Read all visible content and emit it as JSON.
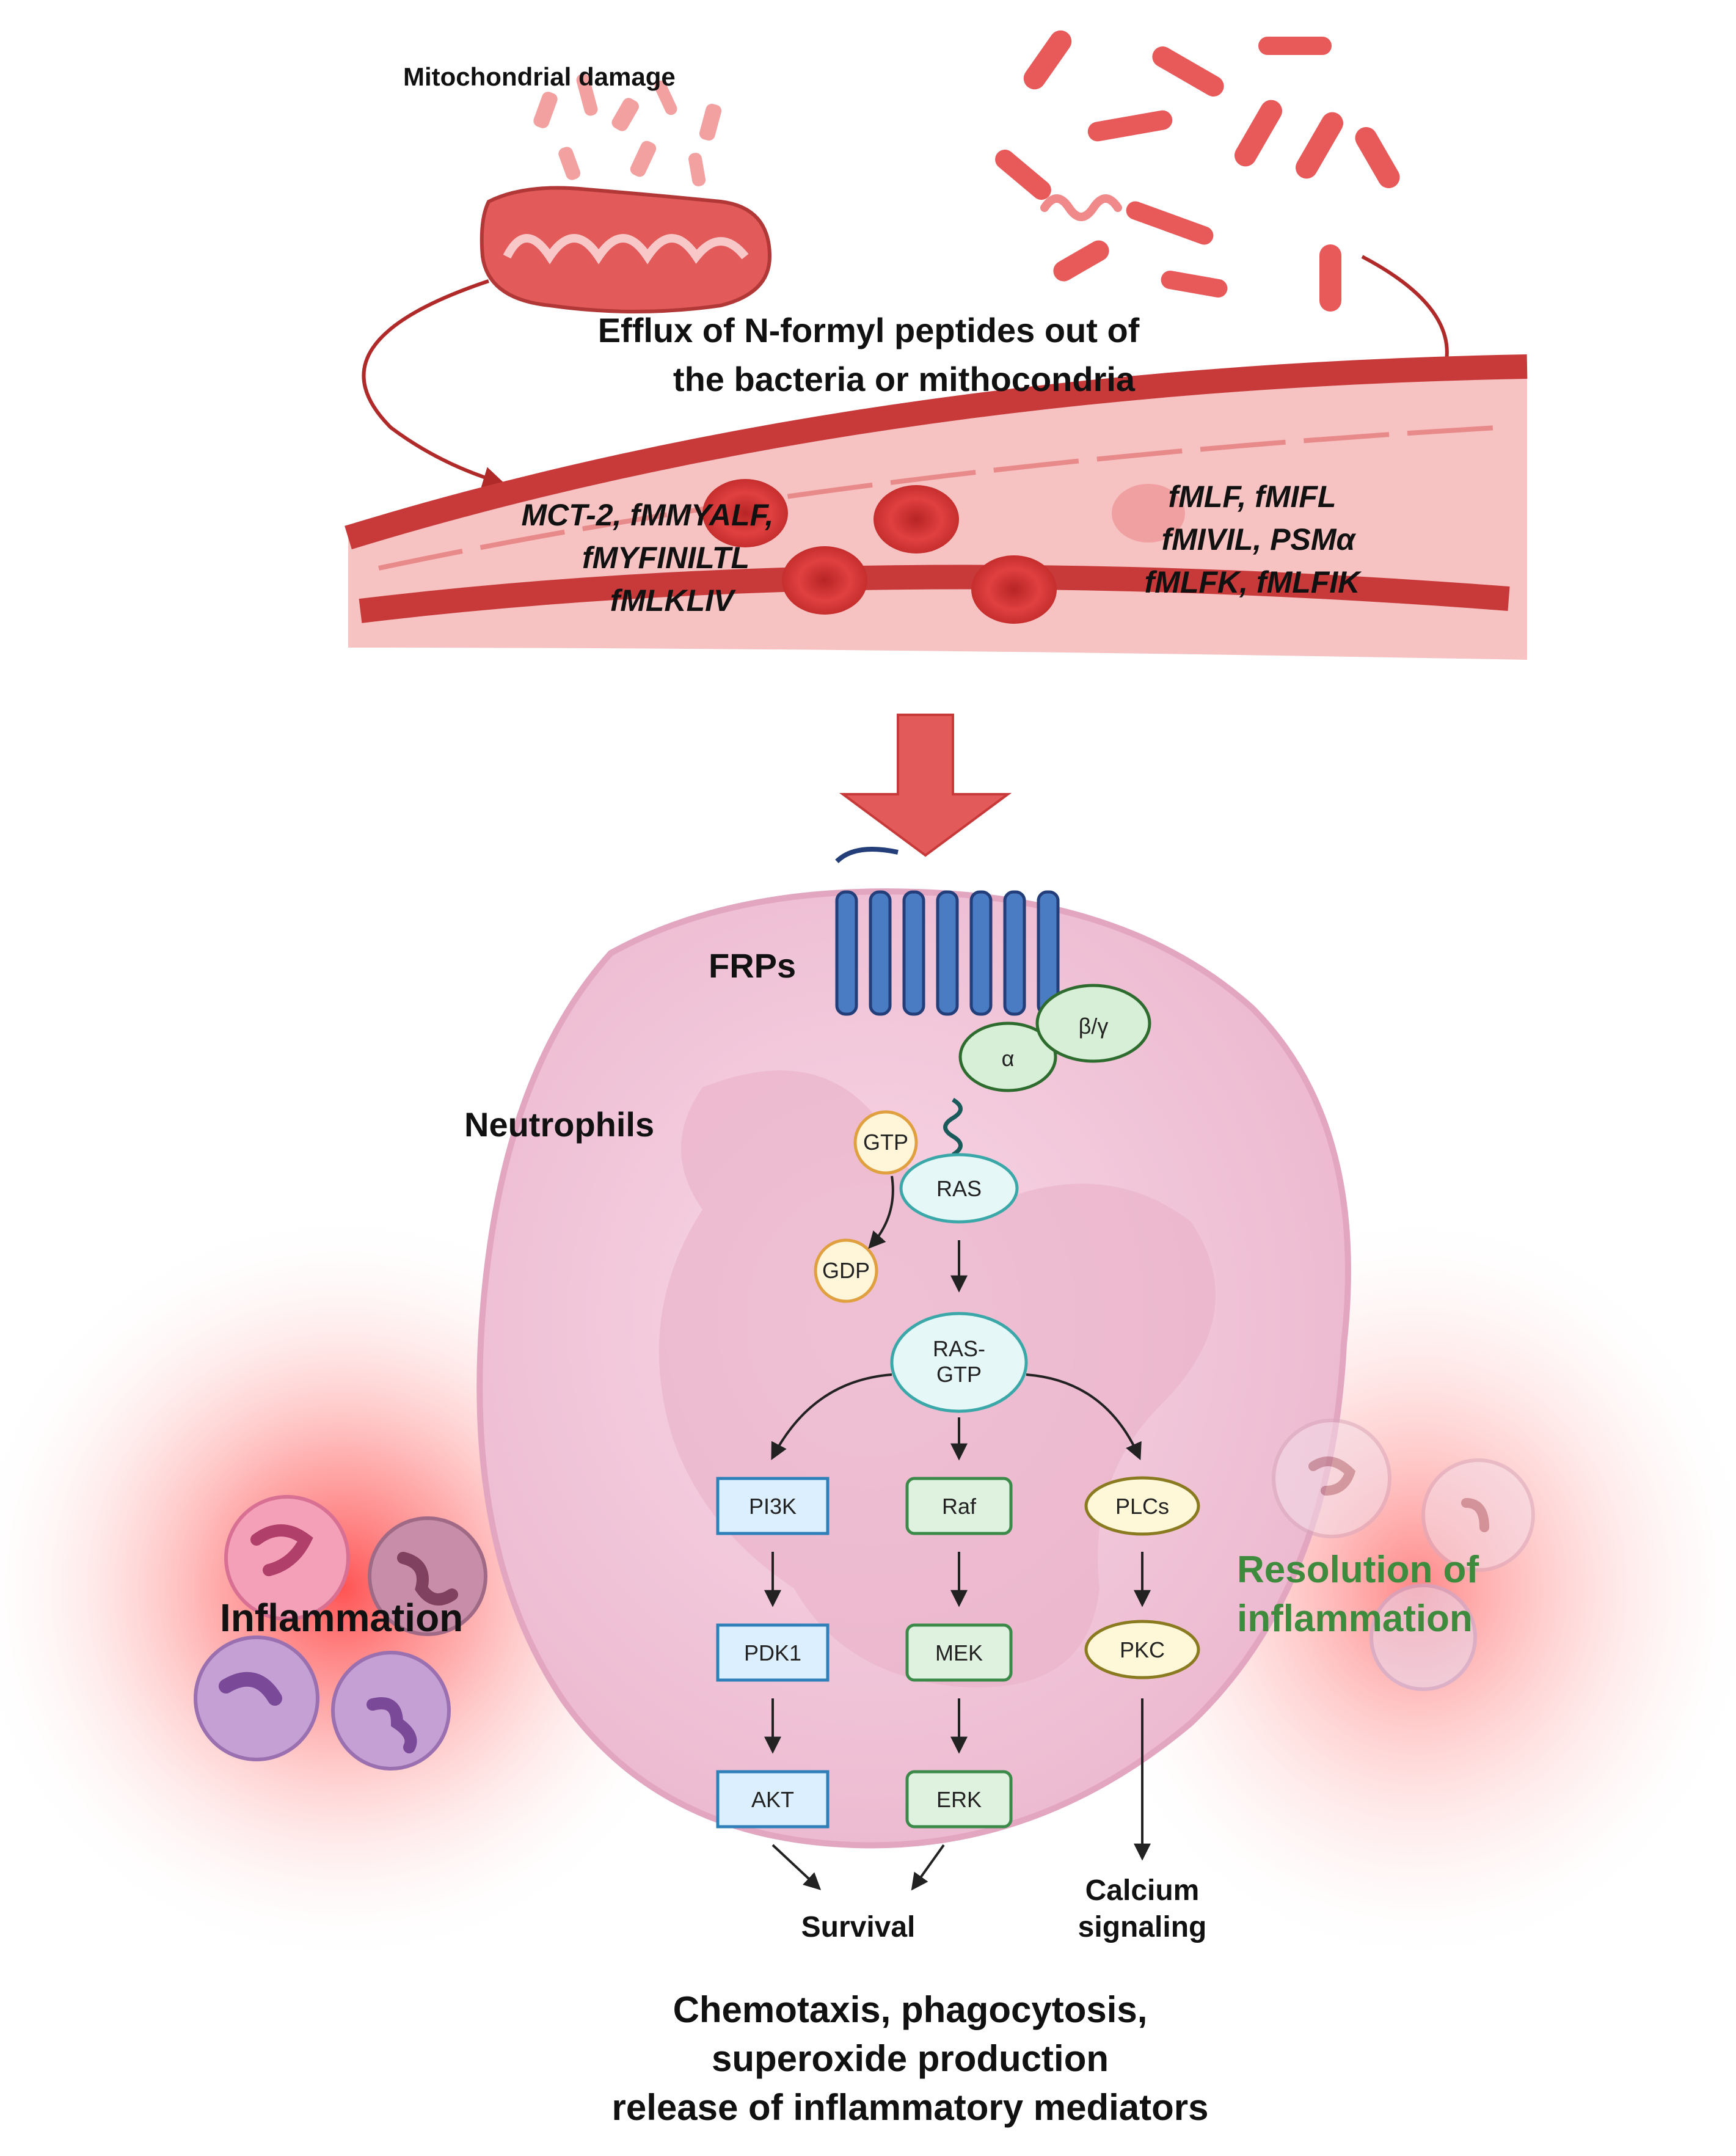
{
  "labels": {
    "mito_damage": "Mitochondrial damage",
    "efflux_line1": "Efflux of N-formyl peptides out of",
    "efflux_line2": "the bacteria or mithocondria",
    "mito_peptides": [
      "MCT-2, fMMYALF,",
      "fMYFINILTL",
      "fMLKLIV"
    ],
    "bact_peptides": [
      "fMLF,  fMIFL",
      "fMIVIL,  PSMα",
      "fMLFK,    fMLFIK"
    ],
    "frps": "FRPs",
    "neutrophils": "Neutrophils",
    "inflammation": "Inflammation",
    "resolution_line1": "Resolution of",
    "resolution_line2": "inflammation",
    "survival": "Survival",
    "calcium_line1": "Calcium",
    "calcium_line2": "signaling",
    "outcome": [
      "Chemotaxis, phagocytosis,",
      "superoxide production",
      "release of inflammatory mediators"
    ]
  },
  "g_protein": {
    "alpha": "α",
    "beta_gamma": "β/γ"
  },
  "nodes": {
    "gtp": "GTP",
    "gdp": "GDP",
    "ras": "RAS",
    "ras_gtp_line1": "RAS-",
    "ras_gtp_line2": "GTP",
    "pi3k": "PI3K",
    "pdk1": "PDK1",
    "akt": "AKT",
    "raf": "Raf",
    "mek": "MEK",
    "erk": "ERK",
    "plcs": "PLCs",
    "pkc": "PKC"
  },
  "colors": {
    "vessel_wall": "#c83a3a",
    "vessel_lumen": "#f6c2c2",
    "rbc": "#d93a3a",
    "cell_body": "#f2c6da",
    "inflammation_glow": "#ff6060",
    "pi3k_branch": "#2f7fb8",
    "raf_branch": "#3c8a4a",
    "plc_branch": "#8a7a20",
    "ras_node": "#3aa8a8",
    "resolution_text": "#3e8b3e",
    "receptor": "#4a7cc4"
  }
}
